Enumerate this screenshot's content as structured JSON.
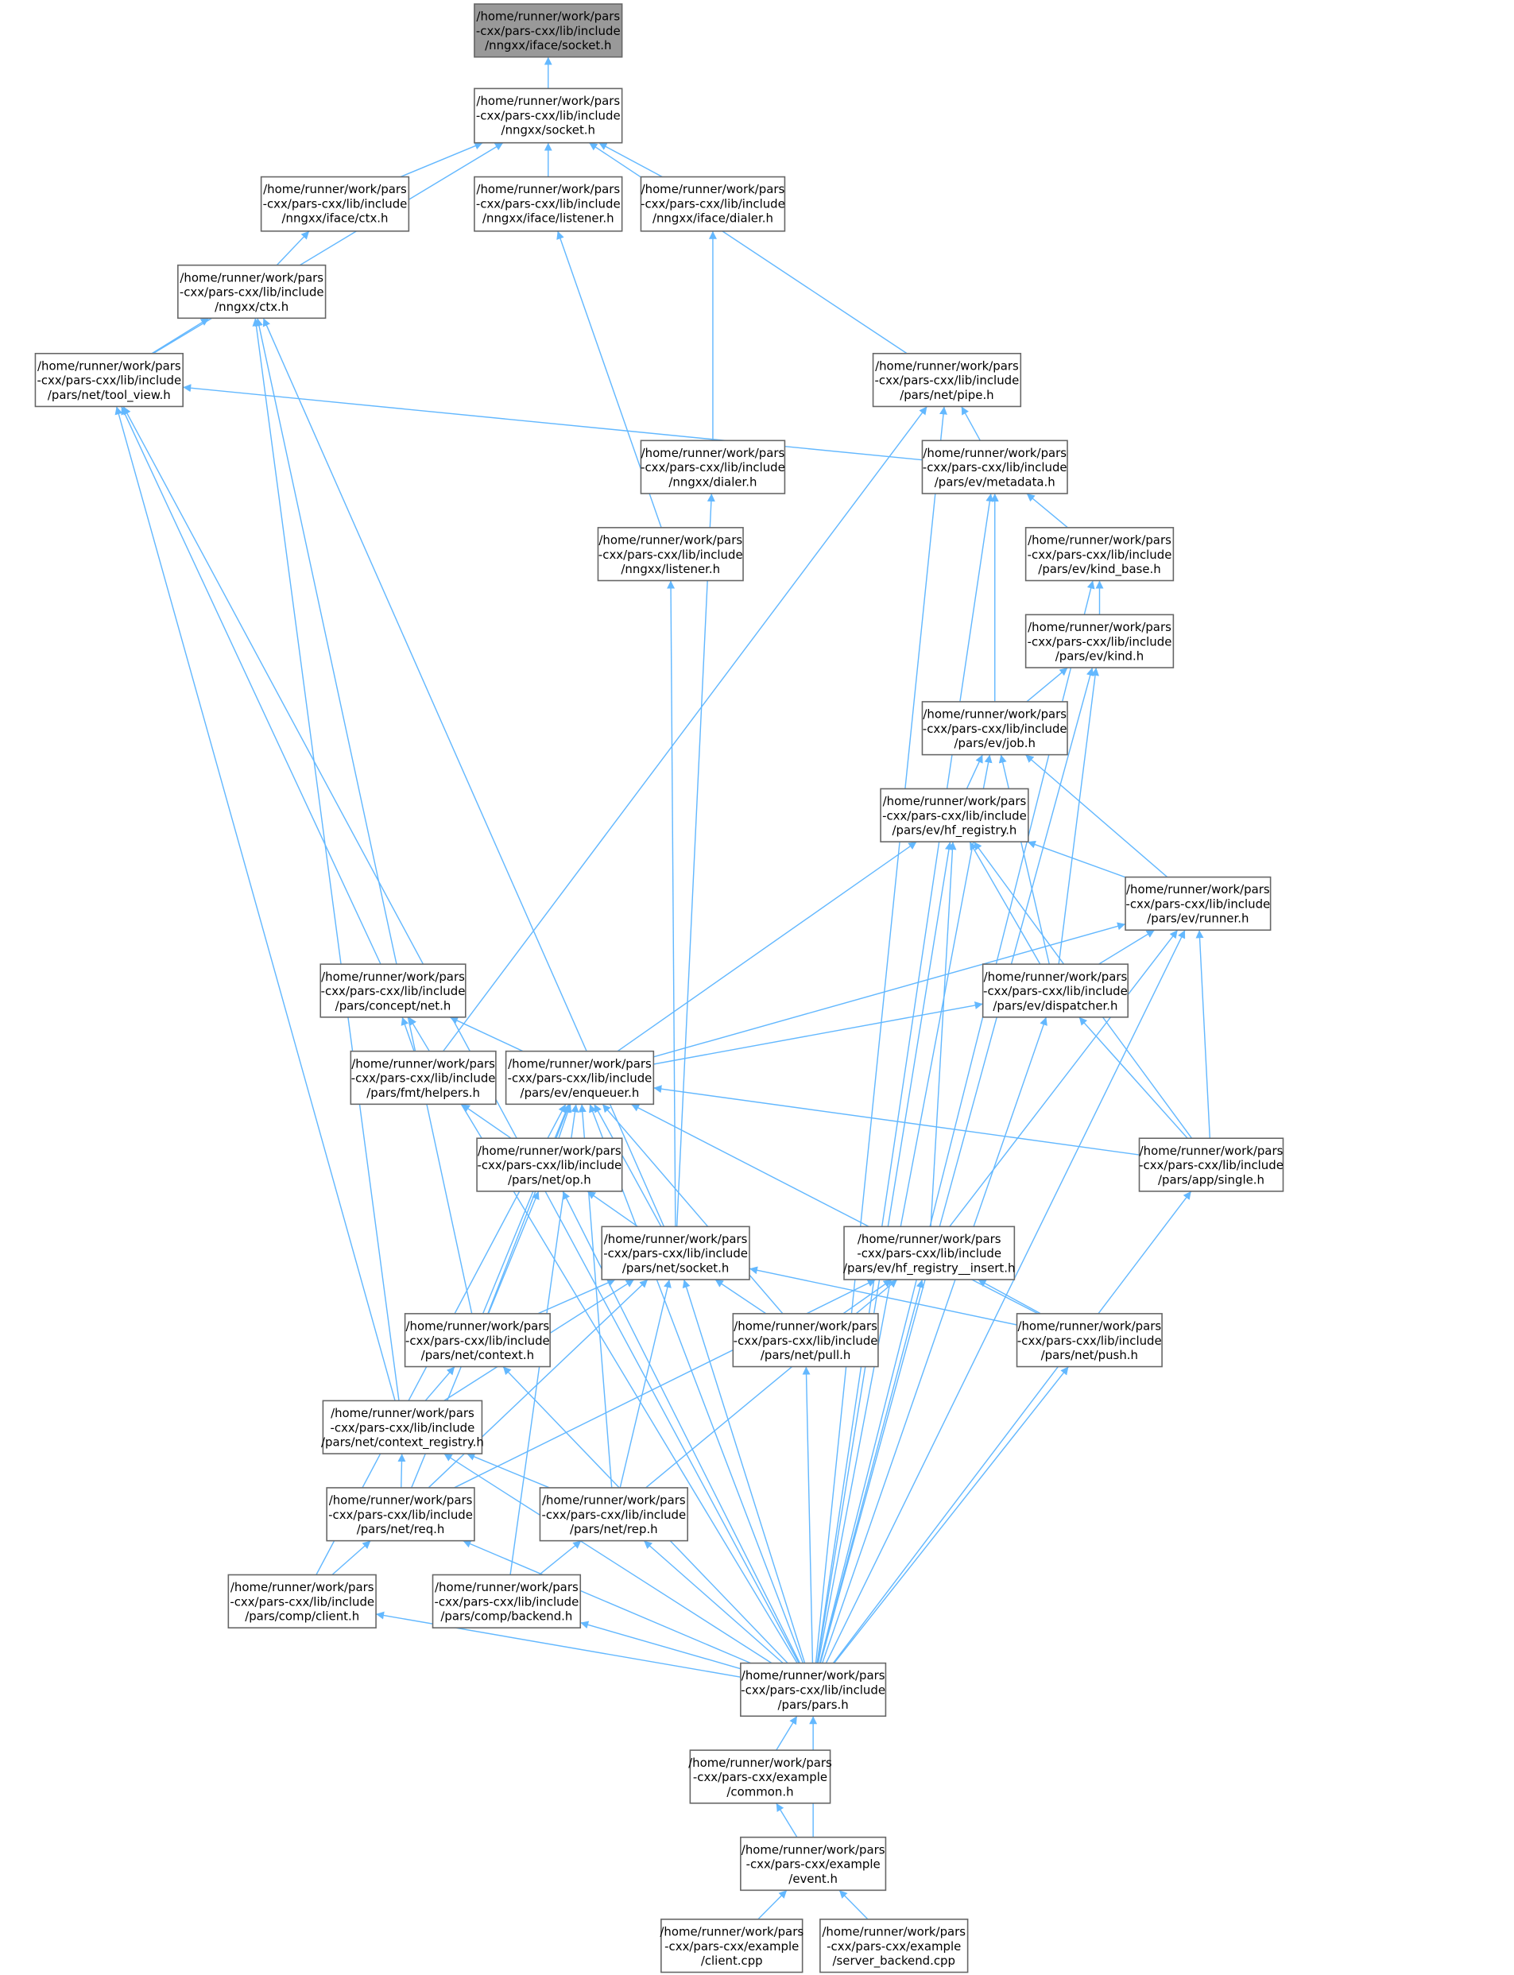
{
  "graph": {
    "colors": {
      "edge": "#63b8ff",
      "root_fill": "#999999",
      "node_border": "#666666"
    },
    "nodes": [
      {
        "id": 1,
        "lines": [
          "/home/runner/work/pars",
          "-cxx/pars-cxx/lib/include",
          "/nngxx/iface/socket.h"
        ],
        "root": true
      },
      {
        "id": 2,
        "lines": [
          "/home/runner/work/pars",
          "-cxx/pars-cxx/lib/include",
          "/nngxx/socket.h"
        ]
      },
      {
        "id": 3,
        "lines": [
          "/home/runner/work/pars",
          "-cxx/pars-cxx/lib/include",
          "/nngxx/iface/ctx.h"
        ]
      },
      {
        "id": 4,
        "lines": [
          "/home/runner/work/pars",
          "-cxx/pars-cxx/lib/include",
          "/nngxx/iface/listener.h"
        ]
      },
      {
        "id": 5,
        "lines": [
          "/home/runner/work/pars",
          "-cxx/pars-cxx/lib/include",
          "/nngxx/iface/dialer.h"
        ]
      },
      {
        "id": 6,
        "lines": [
          "/home/runner/work/pars",
          "-cxx/pars-cxx/lib/include",
          "/nngxx/ctx.h"
        ]
      },
      {
        "id": 7,
        "lines": [
          "/home/runner/work/pars",
          "-cxx/pars-cxx/lib/include",
          "/pars/net/tool_view.h"
        ]
      },
      {
        "id": 8,
        "lines": [
          "/home/runner/work/pars",
          "-cxx/pars-cxx/lib/include",
          "/pars/net/pipe.h"
        ]
      },
      {
        "id": 9,
        "lines": [
          "/home/runner/work/pars",
          "-cxx/pars-cxx/lib/include",
          "/nngxx/dialer.h"
        ]
      },
      {
        "id": 10,
        "lines": [
          "/home/runner/work/pars",
          "-cxx/pars-cxx/lib/include",
          "/pars/ev/metadata.h"
        ]
      },
      {
        "id": 11,
        "lines": [
          "/home/runner/work/pars",
          "-cxx/pars-cxx/lib/include",
          "/nngxx/listener.h"
        ]
      },
      {
        "id": 12,
        "lines": [
          "/home/runner/work/pars",
          "-cxx/pars-cxx/lib/include",
          "/pars/ev/kind_base.h"
        ]
      },
      {
        "id": 13,
        "lines": [
          "/home/runner/work/pars",
          "-cxx/pars-cxx/lib/include",
          "/pars/ev/kind.h"
        ]
      },
      {
        "id": 14,
        "lines": [
          "/home/runner/work/pars",
          "-cxx/pars-cxx/lib/include",
          "/pars/ev/job.h"
        ]
      },
      {
        "id": 15,
        "lines": [
          "/home/runner/work/pars",
          "-cxx/pars-cxx/lib/include",
          "/pars/ev/hf_registry.h"
        ]
      },
      {
        "id": 16,
        "lines": [
          "/home/runner/work/pars",
          "-cxx/pars-cxx/lib/include",
          "/pars/ev/runner.h"
        ]
      },
      {
        "id": 17,
        "lines": [
          "/home/runner/work/pars",
          "-cxx/pars-cxx/lib/include",
          "/pars/concept/net.h"
        ]
      },
      {
        "id": 18,
        "lines": [
          "/home/runner/work/pars",
          "-cxx/pars-cxx/lib/include",
          "/pars/ev/dispatcher.h"
        ]
      },
      {
        "id": 19,
        "lines": [
          "/home/runner/work/pars",
          "-cxx/pars-cxx/lib/include",
          "/pars/fmt/helpers.h"
        ]
      },
      {
        "id": 20,
        "lines": [
          "/home/runner/work/pars",
          "-cxx/pars-cxx/lib/include",
          "/pars/ev/enqueuer.h"
        ]
      },
      {
        "id": 21,
        "lines": [
          "/home/runner/work/pars",
          "-cxx/pars-cxx/lib/include",
          "/pars/app/single.h"
        ]
      },
      {
        "id": 22,
        "lines": [
          "/home/runner/work/pars",
          "-cxx/pars-cxx/lib/include",
          "/pars/net/op.h"
        ]
      },
      {
        "id": 23,
        "lines": [
          "/home/runner/work/pars",
          "-cxx/pars-cxx/lib/include",
          "/pars/net/socket.h"
        ]
      },
      {
        "id": 24,
        "lines": [
          "/home/runner/work/pars",
          "-cxx/pars-cxx/lib/include",
          "/pars/ev/hf_registry__insert.h"
        ]
      },
      {
        "id": 25,
        "lines": [
          "/home/runner/work/pars",
          "-cxx/pars-cxx/lib/include",
          "/pars/net/context.h"
        ]
      },
      {
        "id": 26,
        "lines": [
          "/home/runner/work/pars",
          "-cxx/pars-cxx/lib/include",
          "/pars/net/pull.h"
        ]
      },
      {
        "id": 27,
        "lines": [
          "/home/runner/work/pars",
          "-cxx/pars-cxx/lib/include",
          "/pars/net/push.h"
        ]
      },
      {
        "id": 28,
        "lines": [
          "/home/runner/work/pars",
          "-cxx/pars-cxx/lib/include",
          "/pars/net/context_registry.h"
        ]
      },
      {
        "id": 29,
        "lines": [
          "/home/runner/work/pars",
          "-cxx/pars-cxx/lib/include",
          "/pars/net/req.h"
        ]
      },
      {
        "id": 30,
        "lines": [
          "/home/runner/work/pars",
          "-cxx/pars-cxx/lib/include",
          "/pars/net/rep.h"
        ]
      },
      {
        "id": 31,
        "lines": [
          "/home/runner/work/pars",
          "-cxx/pars-cxx/lib/include",
          "/pars/comp/client.h"
        ]
      },
      {
        "id": 32,
        "lines": [
          "/home/runner/work/pars",
          "-cxx/pars-cxx/lib/include",
          "/pars/comp/backend.h"
        ]
      },
      {
        "id": 33,
        "lines": [
          "/home/runner/work/pars",
          "-cxx/pars-cxx/lib/include",
          "/pars/pars.h"
        ]
      },
      {
        "id": 34,
        "lines": [
          "/home/runner/work/pars",
          "-cxx/pars-cxx/example",
          "/common.h"
        ]
      },
      {
        "id": 35,
        "lines": [
          "/home/runner/work/pars",
          "-cxx/pars-cxx/example",
          "/event.h"
        ]
      },
      {
        "id": 36,
        "lines": [
          "/home/runner/work/pars",
          "-cxx/pars-cxx/example",
          "/client.cpp"
        ]
      },
      {
        "id": 37,
        "lines": [
          "/home/runner/work/pars",
          "-cxx/pars-cxx/example",
          "/server_backend.cpp"
        ]
      }
    ],
    "edges": [
      [
        2,
        1
      ],
      [
        3,
        2
      ],
      [
        4,
        2
      ],
      [
        5,
        2
      ],
      [
        7,
        2
      ],
      [
        8,
        2
      ],
      [
        6,
        3
      ],
      [
        11,
        4
      ],
      [
        9,
        5
      ],
      [
        7,
        6
      ],
      [
        23,
        6
      ],
      [
        25,
        6
      ],
      [
        28,
        6
      ],
      [
        10,
        7
      ],
      [
        17,
        7
      ],
      [
        28,
        7
      ],
      [
        33,
        7
      ],
      [
        10,
        8
      ],
      [
        19,
        8
      ],
      [
        33,
        8
      ],
      [
        23,
        9
      ],
      [
        12,
        10
      ],
      [
        14,
        10
      ],
      [
        33,
        10
      ],
      [
        23,
        11
      ],
      [
        13,
        12
      ],
      [
        33,
        12
      ],
      [
        14,
        13
      ],
      [
        18,
        13
      ],
      [
        33,
        13
      ],
      [
        15,
        14
      ],
      [
        16,
        14
      ],
      [
        18,
        14
      ],
      [
        33,
        14
      ],
      [
        16,
        15
      ],
      [
        18,
        15
      ],
      [
        20,
        15
      ],
      [
        21,
        15
      ],
      [
        24,
        15
      ],
      [
        33,
        15
      ],
      [
        18,
        16
      ],
      [
        20,
        16
      ],
      [
        21,
        16
      ],
      [
        24,
        16
      ],
      [
        33,
        16
      ],
      [
        19,
        17
      ],
      [
        20,
        17
      ],
      [
        33,
        17
      ],
      [
        20,
        18
      ],
      [
        21,
        18
      ],
      [
        33,
        18
      ],
      [
        21,
        20
      ],
      [
        22,
        20
      ],
      [
        23,
        20
      ],
      [
        25,
        20
      ],
      [
        26,
        20
      ],
      [
        27,
        20
      ],
      [
        29,
        20
      ],
      [
        30,
        20
      ],
      [
        31,
        20
      ],
      [
        32,
        20
      ],
      [
        33,
        20
      ],
      [
        22,
        19
      ],
      [
        33,
        21
      ],
      [
        23,
        22
      ],
      [
        25,
        22
      ],
      [
        33,
        22
      ],
      [
        25,
        23
      ],
      [
        26,
        23
      ],
      [
        27,
        23
      ],
      [
        28,
        23
      ],
      [
        29,
        23
      ],
      [
        30,
        23
      ],
      [
        33,
        23
      ],
      [
        26,
        24
      ],
      [
        27,
        24
      ],
      [
        29,
        24
      ],
      [
        30,
        24
      ],
      [
        33,
        24
      ],
      [
        28,
        25
      ],
      [
        33,
        25
      ],
      [
        33,
        26
      ],
      [
        33,
        27
      ],
      [
        29,
        28
      ],
      [
        30,
        28
      ],
      [
        33,
        28
      ],
      [
        31,
        29
      ],
      [
        33,
        29
      ],
      [
        32,
        30
      ],
      [
        33,
        30
      ],
      [
        33,
        31
      ],
      [
        33,
        32
      ],
      [
        34,
        33
      ],
      [
        35,
        33
      ],
      [
        35,
        34
      ],
      [
        36,
        35
      ],
      [
        37,
        35
      ]
    ]
  }
}
